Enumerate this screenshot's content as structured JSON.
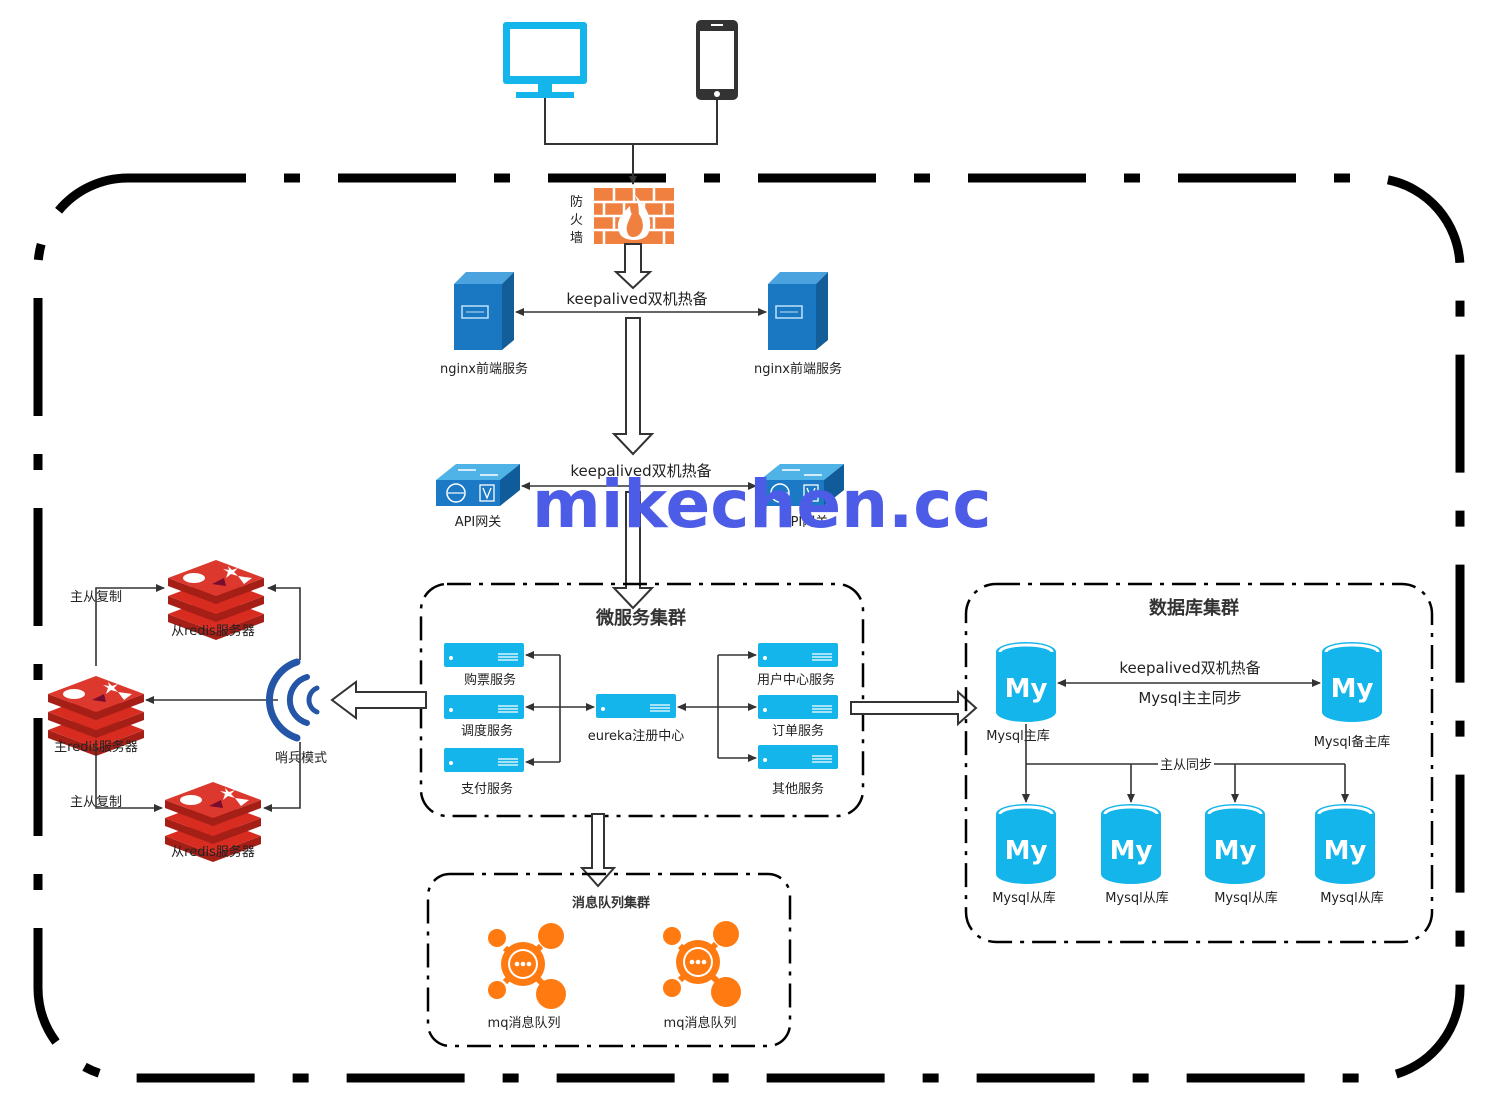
{
  "colors": {
    "accent": "#13b5ea",
    "redis": "#d82c20",
    "mq": "#ff7a10",
    "server": "#1a78c2",
    "line": "#333333",
    "watermark": "#4d5ce6"
  },
  "watermark": "mikechen.cc",
  "firewall": {
    "label_chars": [
      "防",
      "火",
      "墙"
    ]
  },
  "nginx": {
    "keepalived": "keepalived双机热备",
    "left_label": "nginx前端服务",
    "right_label": "nginx前端服务"
  },
  "gateway": {
    "keepalived": "keepalived双机热备",
    "left_label": "API网关",
    "right_label": "API网关"
  },
  "microservices": {
    "title": "微服务集群",
    "left": [
      "购票服务",
      "调度服务",
      "支付服务"
    ],
    "center": "eureka注册中心",
    "right": [
      "用户中心服务",
      "订单服务",
      "其他服务"
    ]
  },
  "redis": {
    "master": "主redis服务器",
    "slave_top": "从redis服务器",
    "slave_bottom": "从redis服务器",
    "replication_top": "主从复制",
    "replication_bottom": "主从复制",
    "sentinel": "哨兵模式"
  },
  "mq": {
    "title": "消息队列集群",
    "items": [
      "mq消息队列",
      "mq消息队列"
    ]
  },
  "database": {
    "title": "数据库集群",
    "icon_text": "My",
    "master": "Mysql主库",
    "backup": "Mysql备主库",
    "keepalived": "keepalived双机热备",
    "sync_master": "Mysql主主同步",
    "sync_slave": "主从同步",
    "slaves": [
      "Mysql从库",
      "Mysql从库",
      "Mysql从库",
      "Mysql从库"
    ]
  }
}
